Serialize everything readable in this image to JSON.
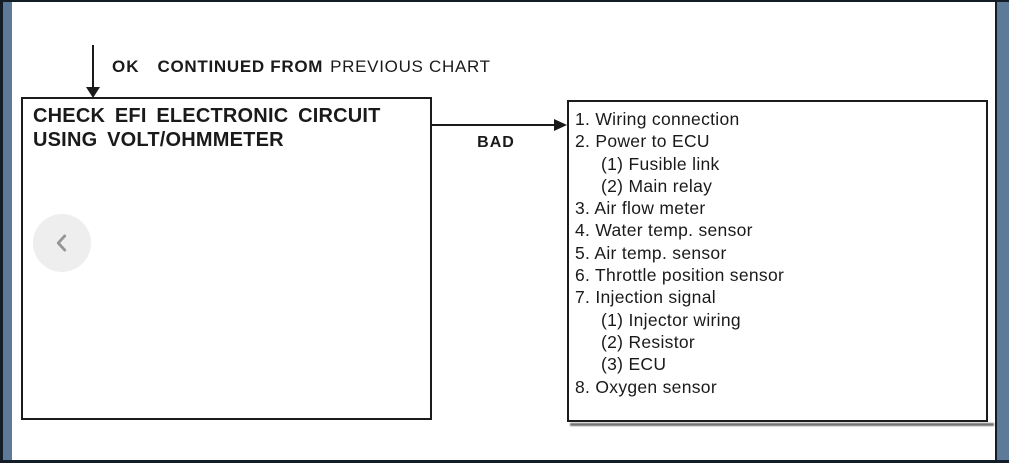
{
  "colors": {
    "frame_dark": "#131d28",
    "frame_blue": "#5d7b98",
    "ink": "#1a1a1a",
    "paper": "#ffffff",
    "prev_button_bg": "#eeeeee",
    "prev_button_glyph": "#959595"
  },
  "header": {
    "ok_label": "OK",
    "continued_label": "CONTINUED FROM",
    "previous_label": "PREVIOUS CHART"
  },
  "check_box": {
    "line1": "CHECK EFI ELECTRONIC CIRCUIT",
    "line2": "USING VOLT/OHMMETER"
  },
  "arrow": {
    "label": "BAD"
  },
  "result_box": {
    "items": [
      {
        "text": "1. Wiring connection",
        "indent": false
      },
      {
        "text": "2. Power to ECU",
        "indent": false
      },
      {
        "text": "(1) Fusible link",
        "indent": true
      },
      {
        "text": "(2) Main relay",
        "indent": true
      },
      {
        "text": "3. Air flow meter",
        "indent": false
      },
      {
        "text": "4. Water temp. sensor",
        "indent": false
      },
      {
        "text": "5. Air temp. sensor",
        "indent": false
      },
      {
        "text": "6. Throttle position sensor",
        "indent": false
      },
      {
        "text": "7. Injection signal",
        "indent": false
      },
      {
        "text": "(1) Injector wiring",
        "indent": true
      },
      {
        "text": "(2) Resistor",
        "indent": true
      },
      {
        "text": "(3) ECU",
        "indent": true
      },
      {
        "text": "8. Oxygen sensor",
        "indent": false
      }
    ]
  },
  "viewer": {
    "prev_button_icon": "chevron-left"
  }
}
